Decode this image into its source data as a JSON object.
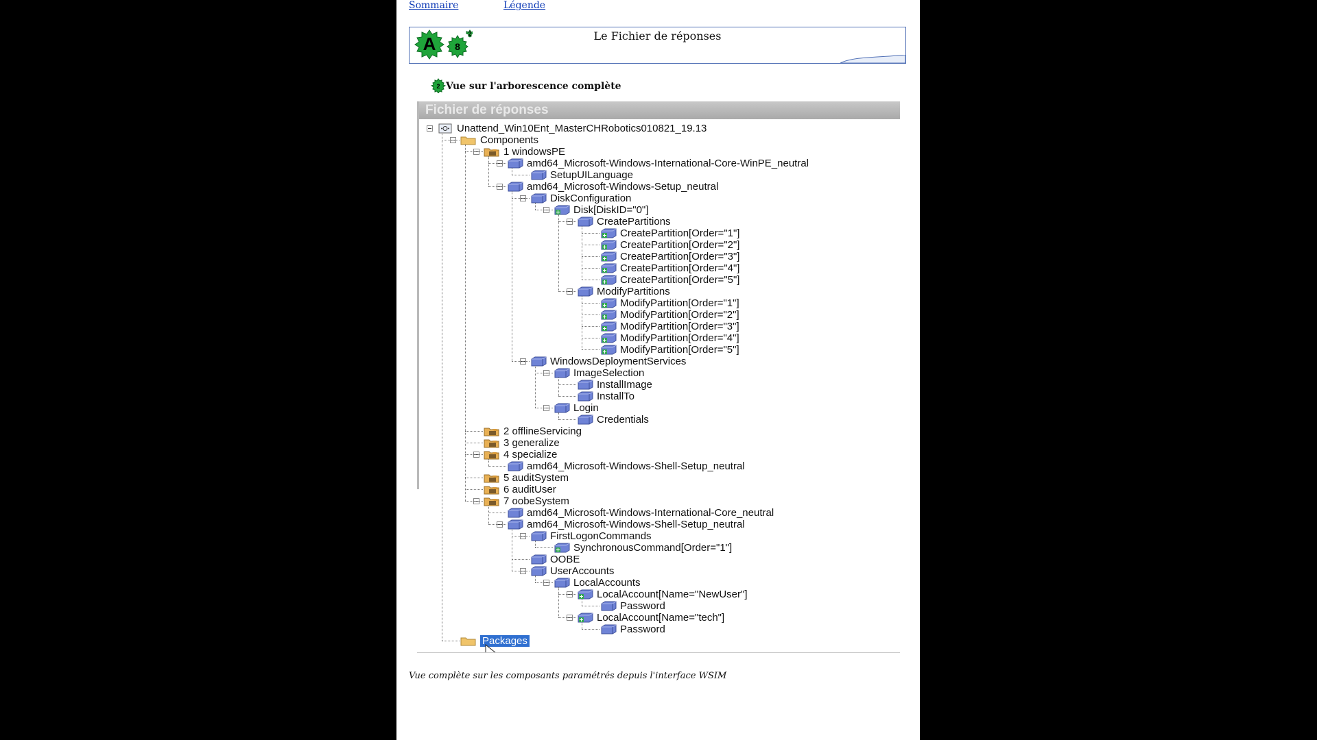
{
  "nav": {
    "summary_link": "Sommaire",
    "legend_link": "Légende"
  },
  "banner": {
    "title": "Le Fichier de réponses",
    "badge_letter": "A",
    "badge_number": "8",
    "badge_small": "2"
  },
  "section": {
    "number": "2",
    "title": "Vue sur l'arborescence complète"
  },
  "wsim": {
    "header": "Fichier de réponses",
    "tree": [
      {
        "depth": 0,
        "icon": "answer-file",
        "label": "Unattend_Win10Ent_MasterCHRobotics010821_19.13",
        "toggle": true
      },
      {
        "depth": 1,
        "icon": "folder",
        "label": "Components",
        "toggle": true
      },
      {
        "depth": 2,
        "icon": "folder-pass",
        "label": "1 windowsPE",
        "toggle": true
      },
      {
        "depth": 3,
        "icon": "component",
        "label": "amd64_Microsoft-Windows-International-Core-WinPE_neutral",
        "toggle": true
      },
      {
        "depth": 4,
        "icon": "component",
        "label": "SetupUILanguage",
        "toggle": false
      },
      {
        "depth": 3,
        "icon": "component",
        "label": "amd64_Microsoft-Windows-Setup_neutral",
        "toggle": true
      },
      {
        "depth": 4,
        "icon": "component",
        "label": "DiskConfiguration",
        "toggle": true
      },
      {
        "depth": 5,
        "icon": "list-item",
        "label": "Disk[DiskID=\"0\"]",
        "toggle": true
      },
      {
        "depth": 6,
        "icon": "component",
        "label": "CreatePartitions",
        "toggle": true
      },
      {
        "depth": 7,
        "icon": "list-item",
        "label": "CreatePartition[Order=\"1\"]",
        "toggle": false
      },
      {
        "depth": 7,
        "icon": "list-item",
        "label": "CreatePartition[Order=\"2\"]",
        "toggle": false
      },
      {
        "depth": 7,
        "icon": "list-item",
        "label": "CreatePartition[Order=\"3\"]",
        "toggle": false
      },
      {
        "depth": 7,
        "icon": "list-item",
        "label": "CreatePartition[Order=\"4\"]",
        "toggle": false
      },
      {
        "depth": 7,
        "icon": "list-item",
        "label": "CreatePartition[Order=\"5\"]",
        "toggle": false
      },
      {
        "depth": 6,
        "icon": "component",
        "label": "ModifyPartitions",
        "toggle": true
      },
      {
        "depth": 7,
        "icon": "list-item",
        "label": "ModifyPartition[Order=\"1\"]",
        "toggle": false
      },
      {
        "depth": 7,
        "icon": "list-item",
        "label": "ModifyPartition[Order=\"2\"]",
        "toggle": false
      },
      {
        "depth": 7,
        "icon": "list-item",
        "label": "ModifyPartition[Order=\"3\"]",
        "toggle": false
      },
      {
        "depth": 7,
        "icon": "list-item",
        "label": "ModifyPartition[Order=\"4\"]",
        "toggle": false
      },
      {
        "depth": 7,
        "icon": "list-item",
        "label": "ModifyPartition[Order=\"5\"]",
        "toggle": false
      },
      {
        "depth": 4,
        "icon": "component",
        "label": "WindowsDeploymentServices",
        "toggle": true
      },
      {
        "depth": 5,
        "icon": "component",
        "label": "ImageSelection",
        "toggle": true
      },
      {
        "depth": 6,
        "icon": "component",
        "label": "InstallImage",
        "toggle": false
      },
      {
        "depth": 6,
        "icon": "component",
        "label": "InstallTo",
        "toggle": false
      },
      {
        "depth": 5,
        "icon": "component",
        "label": "Login",
        "toggle": true
      },
      {
        "depth": 6,
        "icon": "component",
        "label": "Credentials",
        "toggle": false
      },
      {
        "depth": 2,
        "icon": "folder-pass",
        "label": "2 offlineServicing",
        "toggle": false
      },
      {
        "depth": 2,
        "icon": "folder-pass",
        "label": "3 generalize",
        "toggle": false
      },
      {
        "depth": 2,
        "icon": "folder-pass",
        "label": "4 specialize",
        "toggle": true
      },
      {
        "depth": 3,
        "icon": "component",
        "label": "amd64_Microsoft-Windows-Shell-Setup_neutral",
        "toggle": false
      },
      {
        "depth": 2,
        "icon": "folder-pass",
        "label": "5 auditSystem",
        "toggle": false
      },
      {
        "depth": 2,
        "icon": "folder-pass",
        "label": "6 auditUser",
        "toggle": false
      },
      {
        "depth": 2,
        "icon": "folder-pass",
        "label": "7 oobeSystem",
        "toggle": true
      },
      {
        "depth": 3,
        "icon": "component",
        "label": "amd64_Microsoft-Windows-International-Core_neutral",
        "toggle": false
      },
      {
        "depth": 3,
        "icon": "component",
        "label": "amd64_Microsoft-Windows-Shell-Setup_neutral",
        "toggle": true
      },
      {
        "depth": 4,
        "icon": "component",
        "label": "FirstLogonCommands",
        "toggle": true
      },
      {
        "depth": 5,
        "icon": "list-item",
        "label": "SynchronousCommand[Order=\"1\"]",
        "toggle": false
      },
      {
        "depth": 4,
        "icon": "component",
        "label": "OOBE",
        "toggle": false
      },
      {
        "depth": 4,
        "icon": "component",
        "label": "UserAccounts",
        "toggle": true
      },
      {
        "depth": 5,
        "icon": "component",
        "label": "LocalAccounts",
        "toggle": true
      },
      {
        "depth": 6,
        "icon": "list-item",
        "label": "LocalAccount[Name=\"NewUser\"]",
        "toggle": true
      },
      {
        "depth": 7,
        "icon": "component",
        "label": "Password",
        "toggle": false
      },
      {
        "depth": 6,
        "icon": "list-item",
        "label": "LocalAccount[Name=\"tech\"]",
        "toggle": true
      },
      {
        "depth": 7,
        "icon": "component",
        "label": "Password",
        "toggle": false
      },
      {
        "depth": 1,
        "icon": "folder",
        "label": "Packages",
        "toggle": false,
        "selected": true
      }
    ]
  },
  "caption": "Vue complète sur les composants paramétrés depuis l'interface WSIM",
  "colors": {
    "link": "#0b38b5",
    "gear_green": "#1fa43a",
    "selection": "#2f6fd0",
    "cube_blue": "#6f83d6",
    "folder_yellow": "#f0c46a"
  }
}
